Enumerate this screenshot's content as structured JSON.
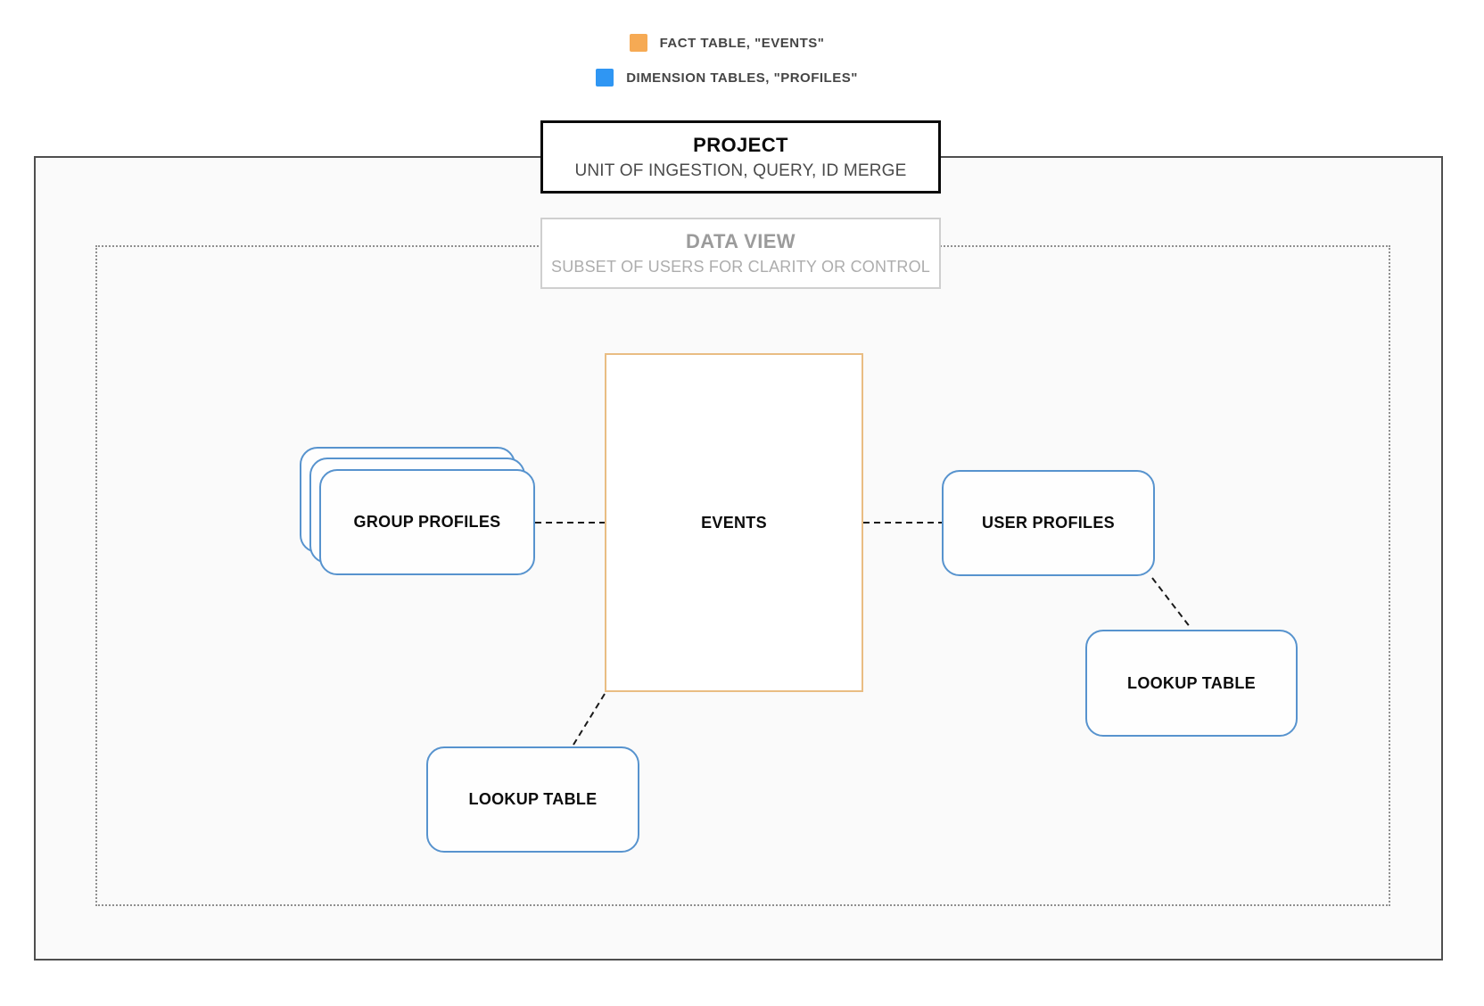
{
  "legend": {
    "items": [
      {
        "name": "fact-table",
        "label": "FACT TABLE, \"EVENTS\"",
        "color": "#F6AA54"
      },
      {
        "name": "dimension-tables",
        "label": "DIMENSION TABLES, \"PROFILES\"",
        "color": "#2F96F3"
      }
    ]
  },
  "containers": {
    "project": {
      "title": "PROJECT",
      "subtitle": "UNIT OF INGESTION, QUERY, ID MERGE"
    },
    "data_view": {
      "title": "DATA VIEW",
      "subtitle": "SUBSET OF USERS FOR CLARITY OR CONTROL"
    }
  },
  "nodes": {
    "events": {
      "label": "EVENTS",
      "type": "fact",
      "border_color": "#E9BD83"
    },
    "group_profiles": {
      "label": "GROUP PROFILES",
      "type": "dimension",
      "border_color": "#5793CE",
      "stacked": true
    },
    "user_profiles": {
      "label": "USER PROFILES",
      "type": "dimension",
      "border_color": "#5793CE"
    },
    "lookup_table_left": {
      "label": "LOOKUP TABLE",
      "type": "dimension",
      "border_color": "#5793CE"
    },
    "lookup_table_right": {
      "label": "LOOKUP TABLE",
      "type": "dimension",
      "border_color": "#5793CE"
    }
  },
  "connections": [
    {
      "from": "group_profiles",
      "to": "events",
      "style": "dashed"
    },
    {
      "from": "events",
      "to": "user_profiles",
      "style": "dashed"
    },
    {
      "from": "user_profiles",
      "to": "lookup_table_right",
      "style": "dashed"
    },
    {
      "from": "events",
      "to": "lookup_table_left",
      "style": "dashed"
    }
  ],
  "colors": {
    "fact_accent": "#F6AA54",
    "dimension_accent": "#2F96F3",
    "fact_border": "#E9BD83",
    "dimension_border": "#5793CE",
    "outer_border": "#4F4F4F",
    "dotted_border": "#8F8F8F",
    "panel_background": "#FAFAFA",
    "connector": "#1A1A1A"
  }
}
